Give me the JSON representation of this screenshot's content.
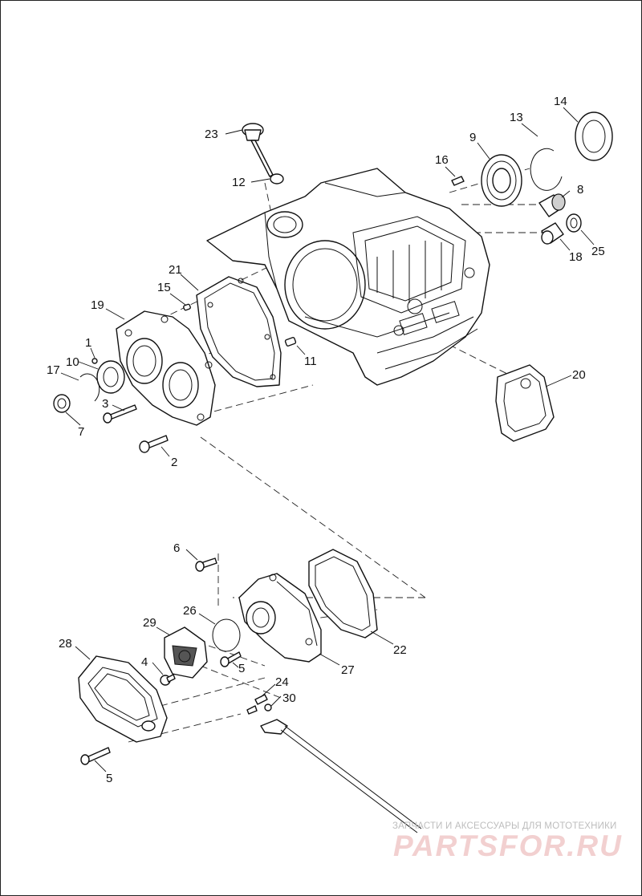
{
  "diagram": {
    "callouts": [
      {
        "id": "c1",
        "label": "1"
      },
      {
        "id": "c2",
        "label": "2"
      },
      {
        "id": "c3",
        "label": "3"
      },
      {
        "id": "c4",
        "label": "4"
      },
      {
        "id": "c5a",
        "label": "5"
      },
      {
        "id": "c5b",
        "label": "5"
      },
      {
        "id": "c6",
        "label": "6"
      },
      {
        "id": "c7",
        "label": "7"
      },
      {
        "id": "c8",
        "label": "8"
      },
      {
        "id": "c9",
        "label": "9"
      },
      {
        "id": "c10",
        "label": "10"
      },
      {
        "id": "c11",
        "label": "11"
      },
      {
        "id": "c12",
        "label": "12"
      },
      {
        "id": "c13",
        "label": "13"
      },
      {
        "id": "c14",
        "label": "14"
      },
      {
        "id": "c15",
        "label": "15"
      },
      {
        "id": "c16",
        "label": "16"
      },
      {
        "id": "c17",
        "label": "17"
      },
      {
        "id": "c18",
        "label": "18"
      },
      {
        "id": "c19",
        "label": "19"
      },
      {
        "id": "c20",
        "label": "20"
      },
      {
        "id": "c21",
        "label": "21"
      },
      {
        "id": "c22",
        "label": "22"
      },
      {
        "id": "c23",
        "label": "23"
      },
      {
        "id": "c24",
        "label": "24"
      },
      {
        "id": "c25",
        "label": "25"
      },
      {
        "id": "c26",
        "label": "26"
      },
      {
        "id": "c27",
        "label": "27"
      },
      {
        "id": "c28",
        "label": "28"
      },
      {
        "id": "c29",
        "label": "29"
      },
      {
        "id": "c30",
        "label": "30"
      }
    ]
  },
  "watermark": {
    "caption": "ЗАПЧАСТИ И АКСЕССУАРЫ ДЛЯ МОТОТЕХНИКИ",
    "brand": "PARTSFOR.RU",
    "brand_color": "#f2d0d0"
  }
}
